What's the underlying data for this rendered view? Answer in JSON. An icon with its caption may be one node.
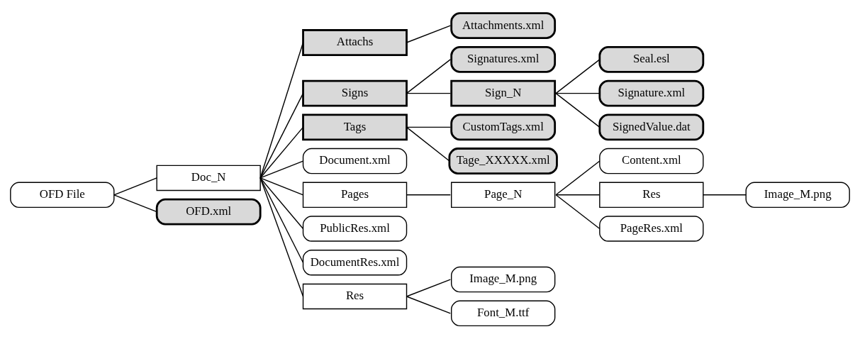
{
  "diagram": {
    "nodes": [
      {
        "text": [
          "OFD File"
        ]
      },
      {
        "text": [
          "Doc_N"
        ]
      },
      {
        "text": [
          "OFD.xml"
        ]
      },
      {
        "text": [
          "Attachs"
        ]
      },
      {
        "text": [
          "Signs"
        ]
      },
      {
        "text": [
          "Tags"
        ]
      },
      {
        "text": [
          "Document.xml"
        ]
      },
      {
        "text": [
          "Pages"
        ]
      },
      {
        "text": [
          "PublicRes.xml"
        ]
      },
      {
        "text": [
          "DocumentRes.xml"
        ]
      },
      {
        "text": [
          "Res"
        ]
      },
      {
        "text": [
          "Attachments.xml"
        ]
      },
      {
        "text": [
          "Signatures.xml"
        ]
      },
      {
        "text": [
          "Sign_N"
        ]
      },
      {
        "text": [
          "CustomTags.xml"
        ]
      },
      {
        "text": [
          "Tage_XXXXX.xml"
        ]
      },
      {
        "text": [
          "Page_N"
        ]
      },
      {
        "text": [
          "Image_M.png"
        ]
      },
      {
        "text": [
          "Font_M.ttf"
        ]
      },
      {
        "text": [
          "Seal.esl"
        ]
      },
      {
        "text": [
          "Signature.xml"
        ]
      },
      {
        "text": [
          "SignedValue.dat"
        ]
      },
      {
        "text": [
          "Content.xml"
        ]
      },
      {
        "text": [
          "Res"
        ]
      },
      {
        "text": [
          "PageRes.xml"
        ]
      },
      {
        "text": [
          "Image_M.png"
        ]
      }
    ],
    "edges": [
      {
        "from": 0,
        "to": 1,
        "arrow": "none"
      },
      {
        "from": 0,
        "to": 2,
        "arrow": "none"
      },
      {
        "from": 1,
        "to": 3,
        "arrow": "none"
      },
      {
        "from": 1,
        "to": 4,
        "arrow": "none"
      },
      {
        "from": 1,
        "to": 5,
        "arrow": "none"
      },
      {
        "from": 1,
        "to": 6,
        "arrow": "none"
      },
      {
        "from": 1,
        "to": 7,
        "arrow": "none"
      },
      {
        "from": 1,
        "to": 8,
        "arrow": "none"
      },
      {
        "from": 1,
        "to": 9,
        "arrow": "none"
      },
      {
        "from": 1,
        "to": 10,
        "arrow": "none"
      },
      {
        "from": 3,
        "to": 11,
        "arrow": "none"
      },
      {
        "from": 4,
        "to": 12,
        "arrow": "none"
      },
      {
        "from": 4,
        "to": 13,
        "arrow": "none"
      },
      {
        "from": 5,
        "to": 14,
        "arrow": "none"
      },
      {
        "from": 5,
        "to": 15,
        "arrow": "none"
      },
      {
        "from": 7,
        "to": 16,
        "arrow": "none"
      },
      {
        "from": 10,
        "to": 17,
        "arrow": "none"
      },
      {
        "from": 10,
        "to": 18,
        "arrow": "none"
      },
      {
        "from": 13,
        "to": 19,
        "arrow": "none"
      },
      {
        "from": 13,
        "to": 20,
        "arrow": "none"
      },
      {
        "from": 13,
        "to": 21,
        "arrow": "none"
      },
      {
        "from": 16,
        "to": 22,
        "arrow": "none"
      },
      {
        "from": 16,
        "to": 23,
        "arrow": "none"
      },
      {
        "from": 16,
        "to": 24,
        "arrow": "none"
      },
      {
        "from": 23,
        "to": 25,
        "arrow": "none"
      }
    ]
  }
}
